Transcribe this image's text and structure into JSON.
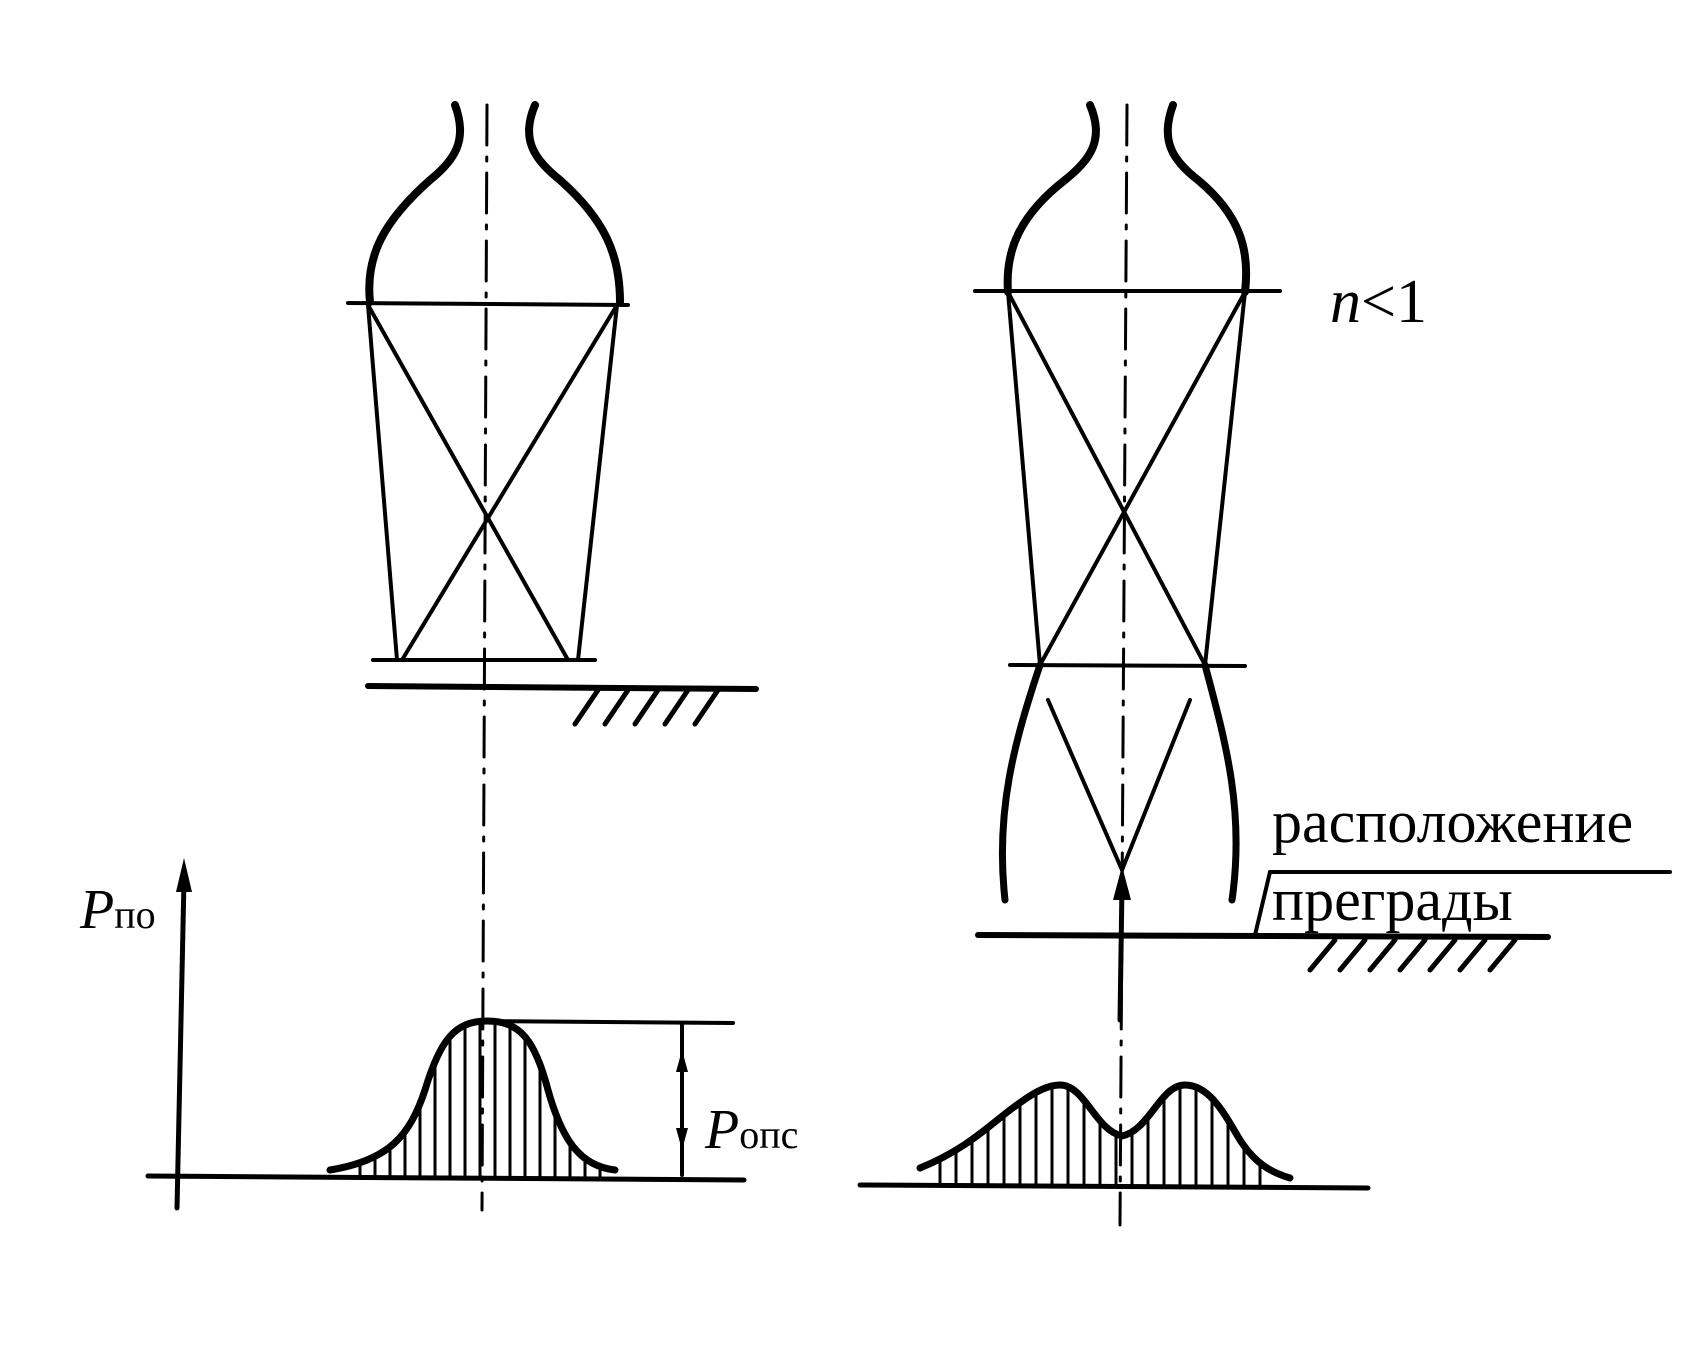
{
  "labels": {
    "n_symbol": "n",
    "n_relation": "<1",
    "p_po_main": "P",
    "p_po_sub": "по",
    "p_ops_main": "P",
    "p_ops_sub": "опс",
    "obstacle_line1": "расположение",
    "obstacle_line2": "преграды"
  },
  "colors": {
    "ink": "#000000",
    "paper": "#ffffff"
  }
}
